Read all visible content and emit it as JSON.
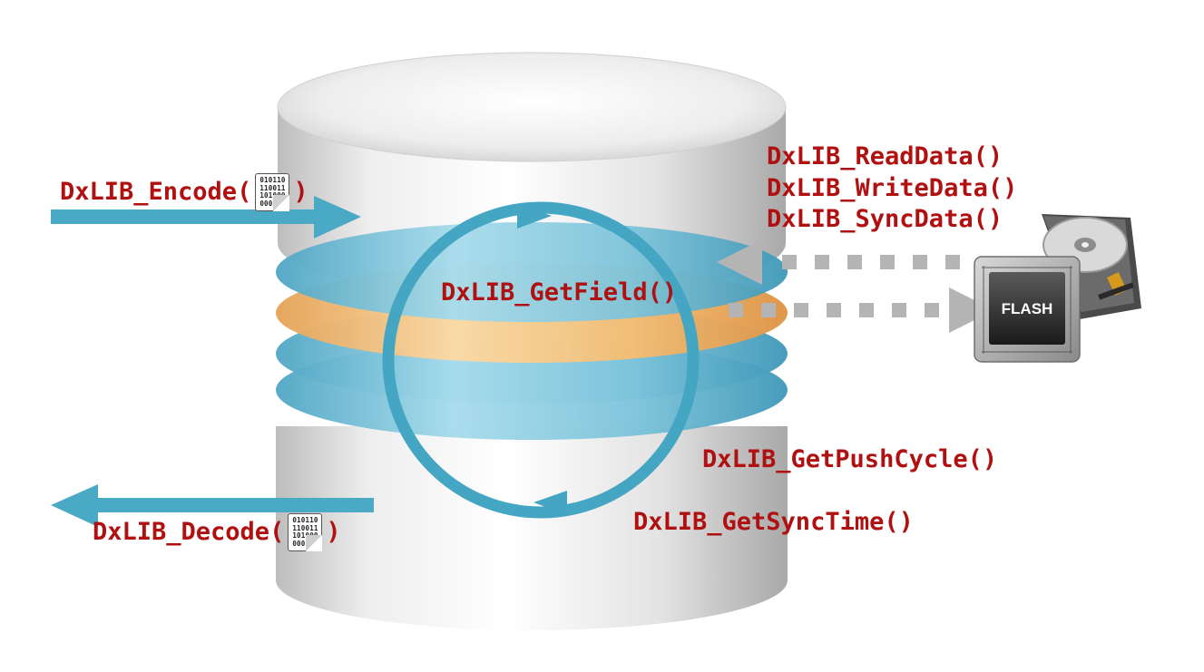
{
  "labels": {
    "encode": {
      "prefix": "DxLIB_Encode(",
      "suffix": ")"
    },
    "decode": {
      "prefix": "DxLIB_Decode(",
      "suffix": ")"
    },
    "read_data": "DxLIB_ReadData()",
    "write_data": "DxLIB_WriteData()",
    "sync_data": "DxLIB_SyncData()",
    "get_field": "DxLIB_GetField()",
    "get_push_cycle": "DxLIB_GetPushCycle()",
    "get_sync_time": "DxLIB_GetSyncTime()"
  },
  "binary_file_icon": {
    "icon": "binary-file-icon",
    "lines": [
      "010110",
      "110011",
      "101000",
      "0001"
    ]
  },
  "flash_chip": {
    "label": "FLASH",
    "icon": "flash-chip-icon"
  },
  "hard_drive": {
    "icon": "hard-drive-icon"
  },
  "colors": {
    "label_text": "#b01010",
    "arrow_teal": "#4aa9c5",
    "cycle_teal": "#45a6c3",
    "transfer_gray": "#b4b4b4",
    "disk_blue": "#7ec6dc",
    "disk_orange": "#f2b768",
    "cylinder_silver": "#d8d8d8"
  }
}
